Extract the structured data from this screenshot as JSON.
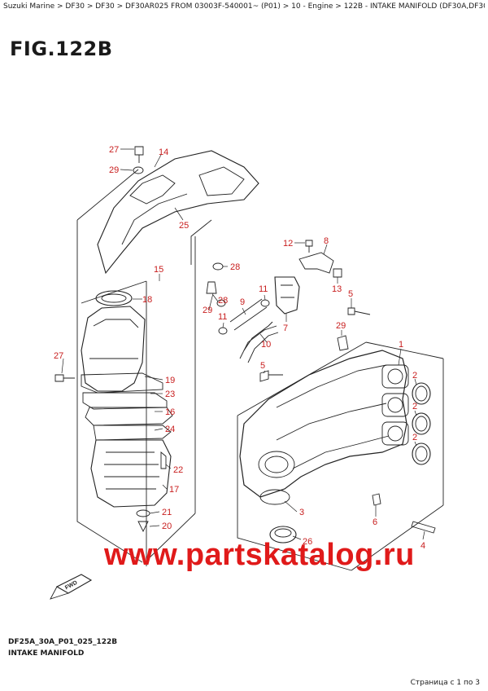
{
  "breadcrumb": "Suzuki Marine > DF30 > DF30 > DF30AR025 FROM 03003F-540001~ (P01) > 10 - Engine > 122B - INTAKE MANIFOLD (DF30A,DF30AR,DF30AT,DF30ATH,DF30AQ)",
  "figure_title": "FIG.122B",
  "watermark": "www.partskatalog.ru",
  "footer": {
    "code": "DF25A_30A_P01_025_122B",
    "name": "INTAKE MANIFOLD"
  },
  "page_info": "Страница с 1 по 3",
  "fwd_label": "FWD",
  "callouts": [
    "27",
    "14",
    "29",
    "25",
    "15",
    "18",
    "27",
    "19",
    "23",
    "16",
    "24",
    "22",
    "17",
    "21",
    "20",
    "28",
    "28",
    "29",
    "9",
    "11",
    "11",
    "10",
    "12",
    "8",
    "13",
    "7",
    "5",
    "29",
    "1",
    "2",
    "2",
    "2",
    "5",
    "3",
    "26",
    "6",
    "4"
  ],
  "colors": {
    "callout": "#c81e1e",
    "watermark": "#e01a1a",
    "line": "#222222"
  }
}
